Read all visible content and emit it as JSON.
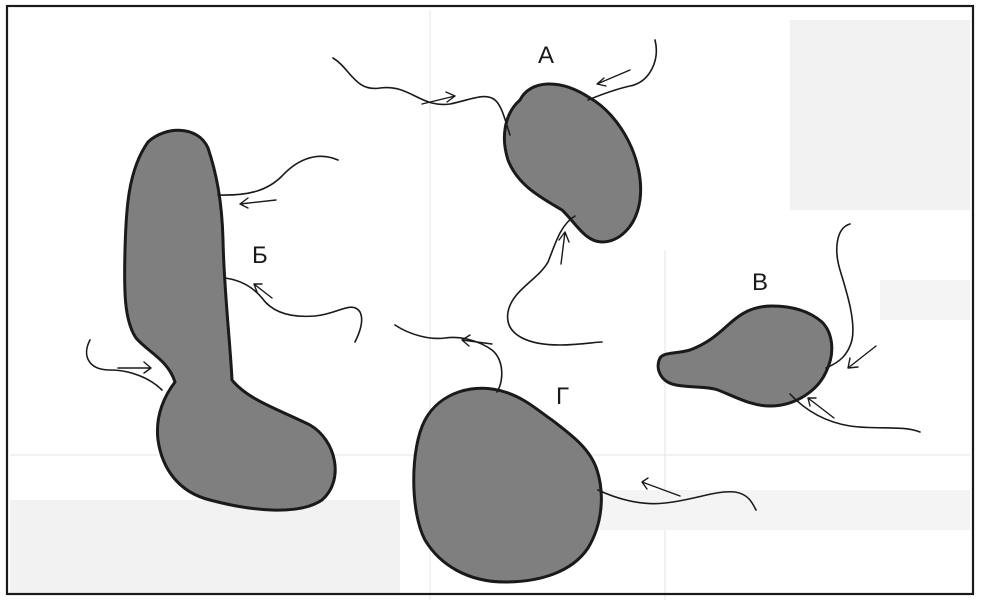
{
  "diagram": {
    "labels": {
      "a": "А",
      "b": "Б",
      "v": "В",
      "g": "Г"
    }
  },
  "colors": {
    "cell_fill": "#7f7f7f",
    "outline": "#1a1a1a",
    "background": "#ffffff"
  }
}
